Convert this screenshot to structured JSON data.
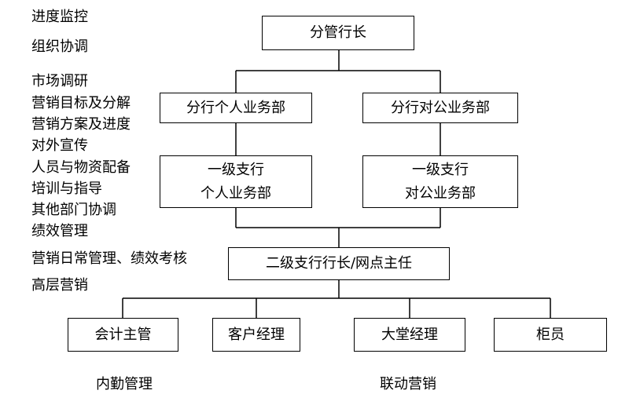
{
  "side_notes": {
    "n1": "进度监控",
    "n2": "组织协调",
    "n3": "市场调研",
    "n4": "营销目标及分解",
    "n5": "营销方案及进度",
    "n6": "对外宣传",
    "n7": "人员与物资配备",
    "n8": "培训与指导",
    "n9": "其他部门协调",
    "n10": "绩效管理",
    "n11": "营销日常管理、绩效考核",
    "n12": "高层营销"
  },
  "nodes": {
    "branch_head": "分管行长",
    "branch_personal": "分行个人业务部",
    "branch_corporate": "分行对公业务部",
    "sub_personal_line1": "一级支行",
    "sub_personal_line2": "个人业务部",
    "sub_corporate_line1": "一级支行",
    "sub_corporate_line2": "对公业务部",
    "second_sub": "二级支行行长/网点主任",
    "accounting": "会计主管",
    "account_manager": "客户经理",
    "lobby_manager": "大堂经理",
    "teller": "柜员"
  },
  "footer": {
    "internal": "内勤管理",
    "linkage": "联动营销"
  }
}
